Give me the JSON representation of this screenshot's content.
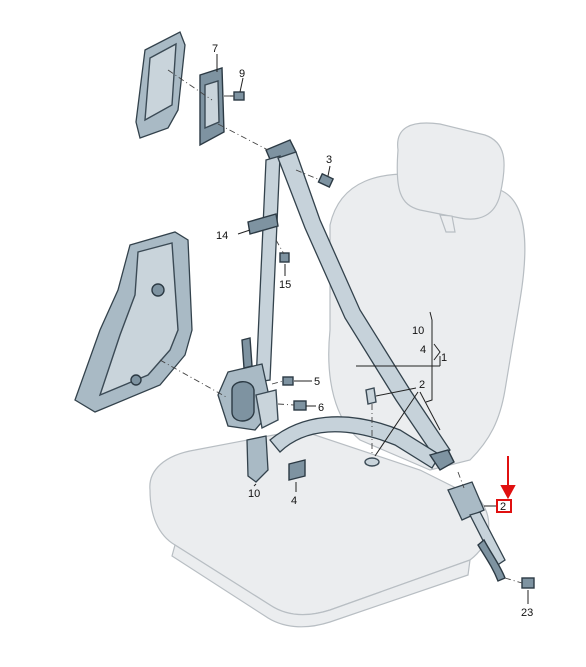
{
  "callouts": {
    "c7": "7",
    "c9": "9",
    "c3": "3",
    "c14": "14",
    "c15": "15",
    "c10a": "10",
    "c4a": "4",
    "c1": "1",
    "c2": "2",
    "c5": "5",
    "c6": "6",
    "c10b": "10",
    "c4b": "4",
    "c23": "23",
    "c_highlight": "2"
  },
  "colors": {
    "part": "#c9d4db",
    "outline": "#3b4a55",
    "seat": "#ebedef",
    "highlight": "#e01010"
  }
}
